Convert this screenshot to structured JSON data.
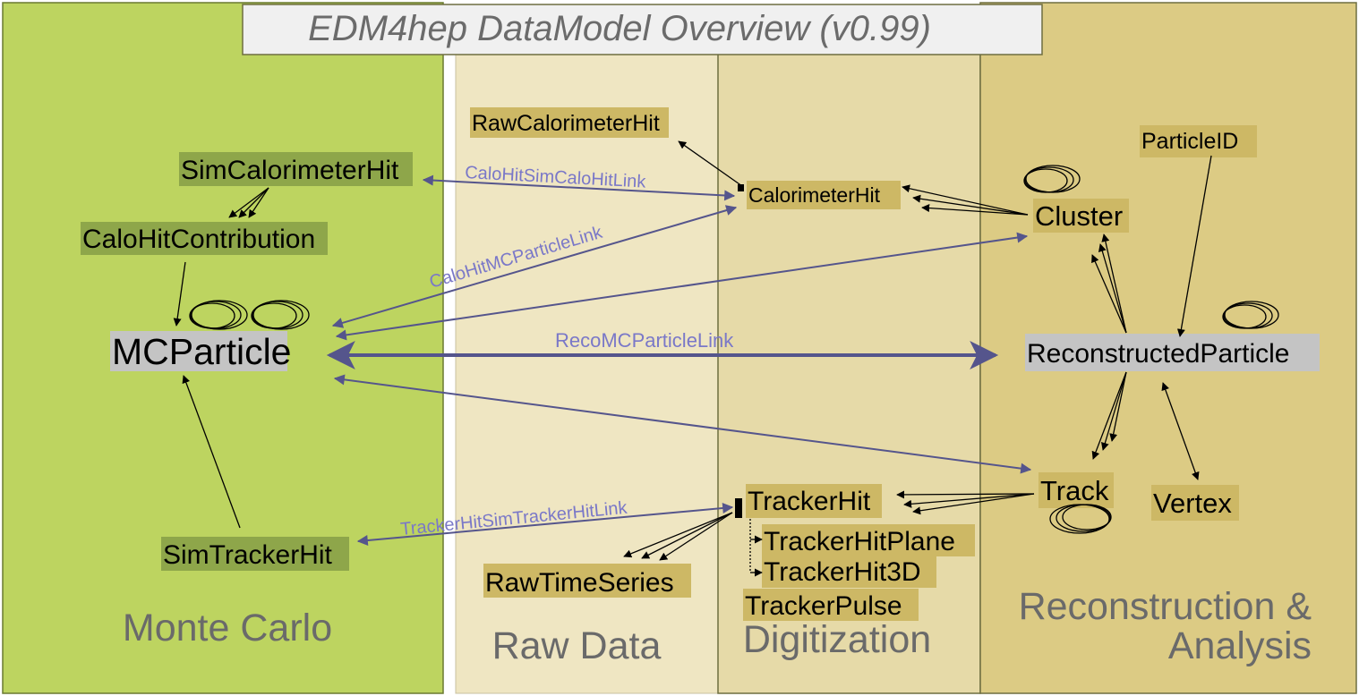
{
  "title": "EDM4hep DataModel Overview (v0.99)",
  "colors": {
    "monte_carlo_bg": "#bdd460",
    "raw_data_bg": "#efe6c2",
    "digitization_bg": "#e6daa8",
    "reconstruction_bg": "#dccb84",
    "mc_node": "#8ea64a",
    "gray_node": "#c4c4c4",
    "gold_node": "#cdb865",
    "link_arrow": "#55558c",
    "link_text": "#7a78c8",
    "assoc_arrow": "#000000"
  },
  "regions": {
    "monte_carlo": "Monte Carlo",
    "raw_data": "Raw Data",
    "digitization": "Digitization",
    "reconstruction_line1": "Reconstruction &",
    "reconstruction_line2": "Analysis"
  },
  "nodes": {
    "sim_calorimeter_hit": "SimCalorimeterHit",
    "calo_hit_contribution": "CaloHitContribution",
    "mc_particle": "MCParticle",
    "sim_tracker_hit": "SimTrackerHit",
    "raw_calorimeter_hit": "RawCalorimeterHit",
    "calorimeter_hit": "CalorimeterHit",
    "raw_time_series": "RawTimeSeries",
    "tracker_hit": "TrackerHit",
    "tracker_hit_plane": "TrackerHitPlane",
    "tracker_hit_3d": "TrackerHit3D",
    "tracker_pulse": "TrackerPulse",
    "particle_id": "ParticleID",
    "cluster": "Cluster",
    "reconstructed_particle": "ReconstructedParticle",
    "track": "Track",
    "vertex": "Vertex"
  },
  "links": {
    "calo_hit_sim_calo_hit_link": "CaloHitSimCaloHitLink",
    "calo_hit_mc_particle_link": "CaloHitMCParticleLink",
    "reco_mc_particle_link": "RecoMCParticleLink",
    "tracker_hit_sim_tracker_hit_link": "TrackerHitSimTrackerHitLink"
  }
}
